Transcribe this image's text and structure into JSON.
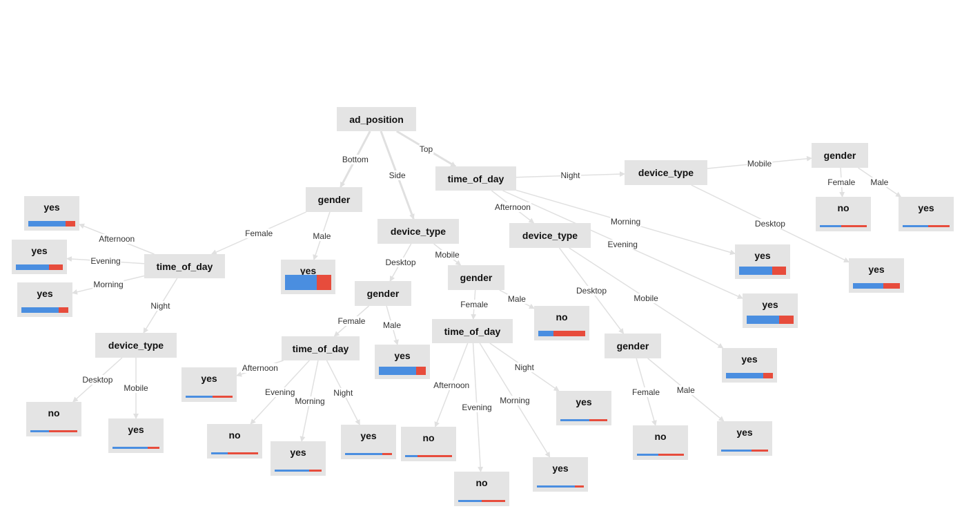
{
  "colors": {
    "node_bg": "#e4e4e4",
    "edge": "#e0e0e0",
    "bar_blue": "#4a8ee0",
    "bar_red": "#e74c3c"
  },
  "nodes": [
    {
      "id": "root",
      "label": "ad_position"
    },
    {
      "id": "g1",
      "label": "gender"
    },
    {
      "id": "dt1",
      "label": "device_type"
    },
    {
      "id": "tod1",
      "label": "time_of_day"
    },
    {
      "id": "tod2",
      "label": "time_of_day"
    },
    {
      "id": "l_yes_male1",
      "label": "yes",
      "ratio": 0.68
    },
    {
      "id": "l_aft1",
      "label": "yes",
      "ratio": 0.79
    },
    {
      "id": "l_eve1",
      "label": "yes",
      "ratio": 0.7
    },
    {
      "id": "l_mor1",
      "label": "yes",
      "ratio": 0.8
    },
    {
      "id": "dt2",
      "label": "device_type"
    },
    {
      "id": "l_no_desk1",
      "label": "no",
      "ratio": 0.4
    },
    {
      "id": "l_yes_mob1",
      "label": "yes",
      "ratio": 0.75
    },
    {
      "id": "g2",
      "label": "gender"
    },
    {
      "id": "g3",
      "label": "gender"
    },
    {
      "id": "tod3",
      "label": "time_of_day"
    },
    {
      "id": "l_yes_male2",
      "label": "yes",
      "ratio": 0.8
    },
    {
      "id": "l_aft2",
      "label": "yes",
      "ratio": 0.57
    },
    {
      "id": "l_no_eve2",
      "label": "no",
      "ratio": 0.35
    },
    {
      "id": "l_yes_mor2",
      "label": "yes",
      "ratio": 0.73
    },
    {
      "id": "l_yes_nig2",
      "label": "yes",
      "ratio": 0.8
    },
    {
      "id": "tod4",
      "label": "time_of_day"
    },
    {
      "id": "l_no_male3",
      "label": "no",
      "ratio": 0.33
    },
    {
      "id": "l_no_aft4",
      "label": "no",
      "ratio": 0.27
    },
    {
      "id": "l_no_eve4",
      "label": "no",
      "ratio": 0.5
    },
    {
      "id": "l_yes_mor4",
      "label": "yes",
      "ratio": 0.81
    },
    {
      "id": "l_yes_nig4",
      "label": "yes",
      "ratio": 0.62
    },
    {
      "id": "dt3",
      "label": "device_type"
    },
    {
      "id": "g4",
      "label": "gender"
    },
    {
      "id": "l_yes_mob3",
      "label": "yes",
      "ratio": 0.79
    },
    {
      "id": "l_no_fem4",
      "label": "no",
      "ratio": 0.45
    },
    {
      "id": "l_yes_male4",
      "label": "yes",
      "ratio": 0.65
    },
    {
      "id": "l_yes_mor2b",
      "label": "yes",
      "ratio": 0.7
    },
    {
      "id": "l_yes_eve2b",
      "label": "yes",
      "ratio": 0.69
    },
    {
      "id": "dt4",
      "label": "device_type"
    },
    {
      "id": "g5",
      "label": "gender"
    },
    {
      "id": "l_no_fem5",
      "label": "no",
      "ratio": 0.45
    },
    {
      "id": "l_yes_male5",
      "label": "yes",
      "ratio": 0.55
    },
    {
      "id": "l_yes_desk5",
      "label": "yes",
      "ratio": 0.64
    }
  ],
  "edges": [
    {
      "from": "root",
      "to": "g1",
      "label": "Bottom"
    },
    {
      "from": "root",
      "to": "dt1",
      "label": "Side"
    },
    {
      "from": "root",
      "to": "tod2",
      "label": "Top"
    },
    {
      "from": "g1",
      "to": "tod1",
      "label": "Female"
    },
    {
      "from": "g1",
      "to": "l_yes_male1",
      "label": "Male"
    },
    {
      "from": "tod1",
      "to": "l_aft1",
      "label": "Afternoon"
    },
    {
      "from": "tod1",
      "to": "l_eve1",
      "label": "Evening"
    },
    {
      "from": "tod1",
      "to": "l_mor1",
      "label": "Morning"
    },
    {
      "from": "tod1",
      "to": "dt2",
      "label": "Night"
    },
    {
      "from": "dt2",
      "to": "l_no_desk1",
      "label": "Desktop"
    },
    {
      "from": "dt2",
      "to": "l_yes_mob1",
      "label": "Mobile"
    },
    {
      "from": "dt1",
      "to": "g2",
      "label": "Desktop"
    },
    {
      "from": "dt1",
      "to": "g3",
      "label": "Mobile"
    },
    {
      "from": "g2",
      "to": "tod3",
      "label": "Female"
    },
    {
      "from": "g2",
      "to": "l_yes_male2",
      "label": "Male"
    },
    {
      "from": "tod3",
      "to": "l_aft2",
      "label": "Afternoon"
    },
    {
      "from": "tod3",
      "to": "l_no_eve2",
      "label": "Evening"
    },
    {
      "from": "tod3",
      "to": "l_yes_mor2",
      "label": "Morning"
    },
    {
      "from": "tod3",
      "to": "l_yes_nig2",
      "label": "Night"
    },
    {
      "from": "g3",
      "to": "tod4",
      "label": "Female"
    },
    {
      "from": "g3",
      "to": "l_no_male3",
      "label": "Male"
    },
    {
      "from": "tod4",
      "to": "l_no_aft4",
      "label": "Afternoon"
    },
    {
      "from": "tod4",
      "to": "l_no_eve4",
      "label": "Evening"
    },
    {
      "from": "tod4",
      "to": "l_yes_mor4",
      "label": "Morning"
    },
    {
      "from": "tod4",
      "to": "l_yes_nig4",
      "label": "Night"
    },
    {
      "from": "tod2",
      "to": "dt3",
      "label": "Afternoon"
    },
    {
      "from": "tod2",
      "to": "l_yes_mor2b",
      "label": "Morning"
    },
    {
      "from": "tod2",
      "to": "l_yes_eve2b",
      "label": "Evening"
    },
    {
      "from": "tod2",
      "to": "dt4",
      "label": "Night"
    },
    {
      "from": "dt3",
      "to": "g4",
      "label": "Desktop"
    },
    {
      "from": "dt3",
      "to": "l_yes_mob3",
      "label": "Mobile"
    },
    {
      "from": "g4",
      "to": "l_no_fem4",
      "label": "Female"
    },
    {
      "from": "g4",
      "to": "l_yes_male4",
      "label": "Male"
    },
    {
      "from": "dt4",
      "to": "g5",
      "label": "Mobile"
    },
    {
      "from": "dt4",
      "to": "l_yes_desk5",
      "label": "Desktop"
    },
    {
      "from": "g5",
      "to": "l_no_fem5",
      "label": "Female"
    },
    {
      "from": "g5",
      "to": "l_yes_male5",
      "label": "Male"
    }
  ]
}
